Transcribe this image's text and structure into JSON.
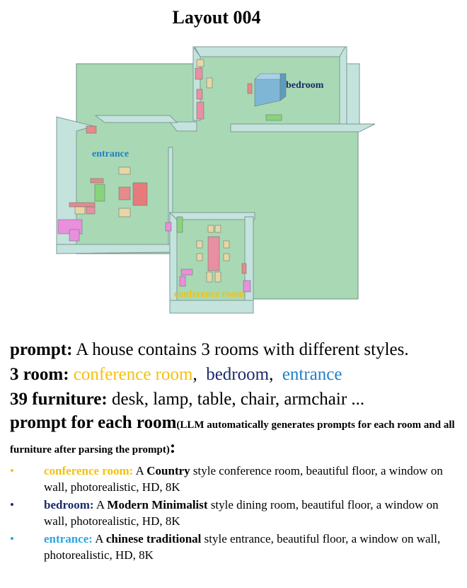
{
  "title": "Layout 004",
  "labels": {
    "bedroom": "bedroom",
    "entrance": "entrance",
    "conference_room": "conference room"
  },
  "prompt": {
    "key": "prompt:",
    "text": " A house contains 3 rooms with different styles."
  },
  "rooms_line": {
    "key": "3 room:",
    "items": [
      "conference room",
      "bedroom",
      "entrance"
    ]
  },
  "furniture_line": {
    "key": "39 furniture:",
    "text": " desk, lamp, table, chair, armchair ..."
  },
  "per_room": {
    "key": "prompt for each room",
    "note": "(LLM automatically generates prompts for each room and all furniture after parsing the prompt)",
    "colon": ":"
  },
  "room_prompts": [
    {
      "name": "conference room:",
      "pre": " A ",
      "style": "Country",
      "post": " style conference room, beautiful floor, a window on wall, photorealistic, HD, 8K"
    },
    {
      "name": "bedroom:",
      "pre": " A ",
      "style": "Modern Minimalist",
      "post": " style dining room, beautiful floor, a window on wall, photorealistic, HD, 8K"
    },
    {
      "name": "entrance:",
      "pre": " A ",
      "style": "chinese traditional",
      "post": " style entrance, beautiful floor, a window on wall, photorealistic, HD, 8K"
    }
  ],
  "bullet": "•",
  "colors": {
    "floor": "#a9d9b4",
    "wall": "#c5e3dd",
    "conference": "#f4c10f",
    "bedroom": "#1a2b6b",
    "entrance": "#1f7fc7",
    "entrance_bullet": "#29a6e0"
  }
}
